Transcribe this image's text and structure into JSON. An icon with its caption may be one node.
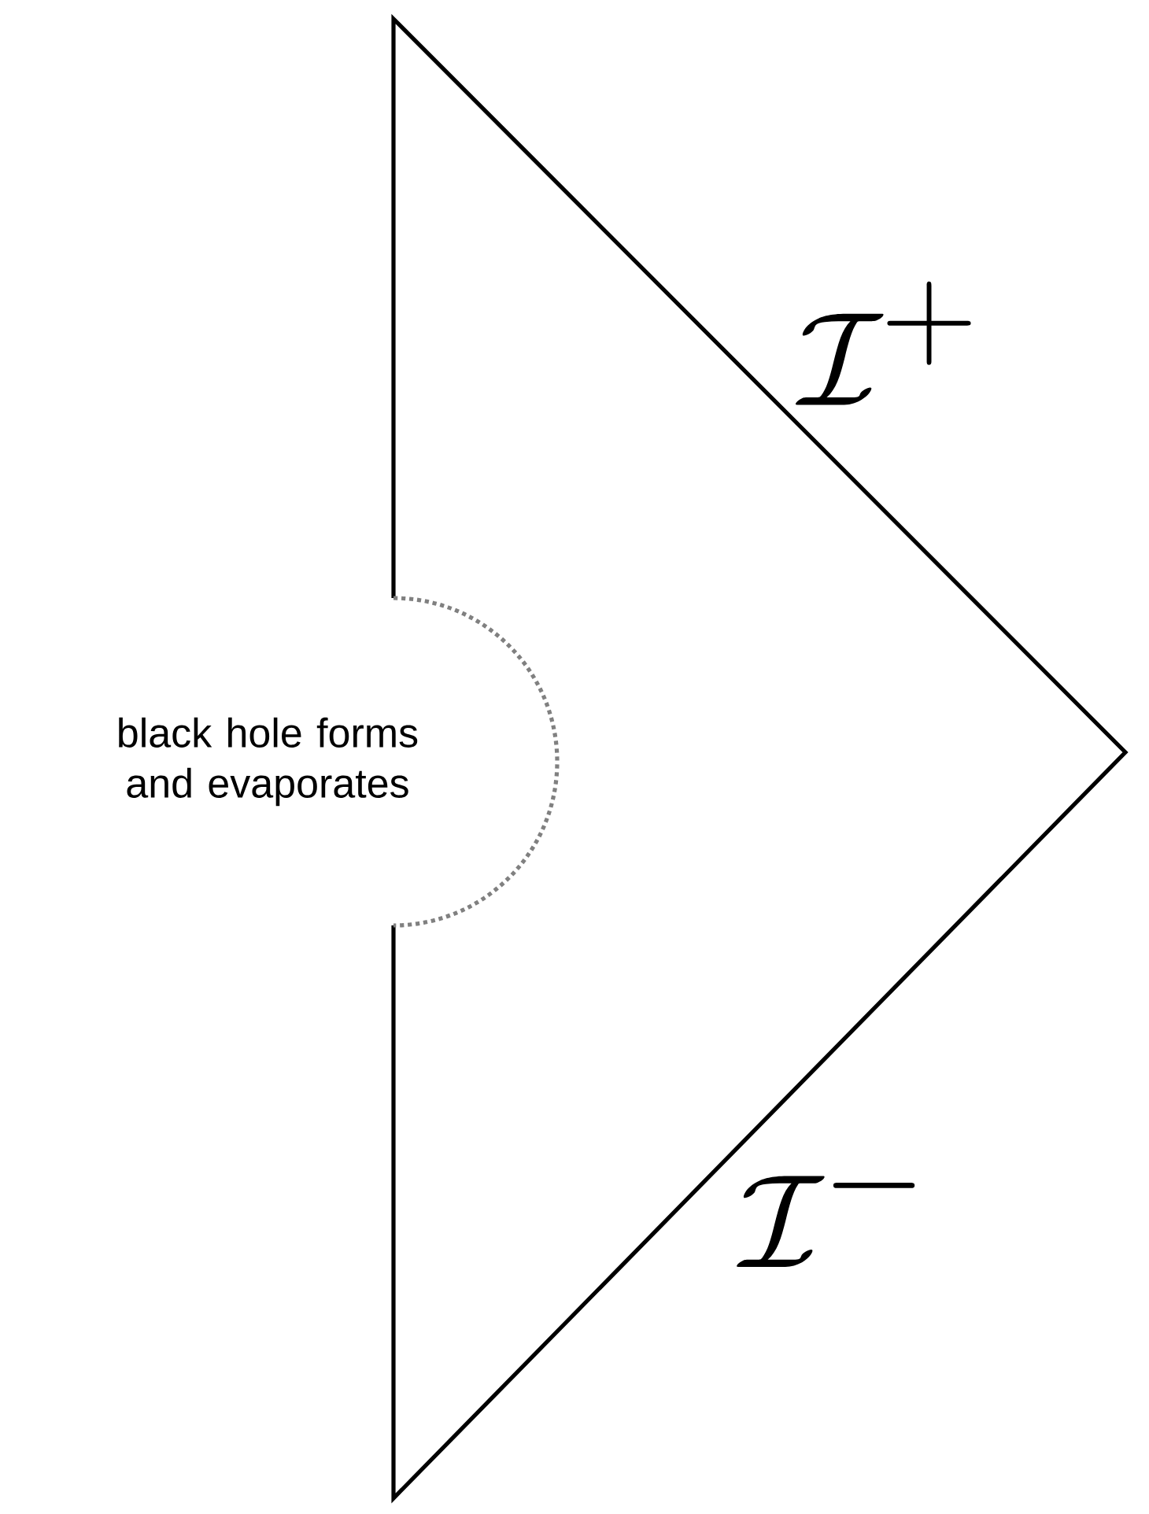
{
  "diagram": {
    "labels": [
      "\\mathcal{I}^{+}",
      "black hole forms and evaporates",
      "\\mathcal{I}^{-}"
    ]
  }
}
